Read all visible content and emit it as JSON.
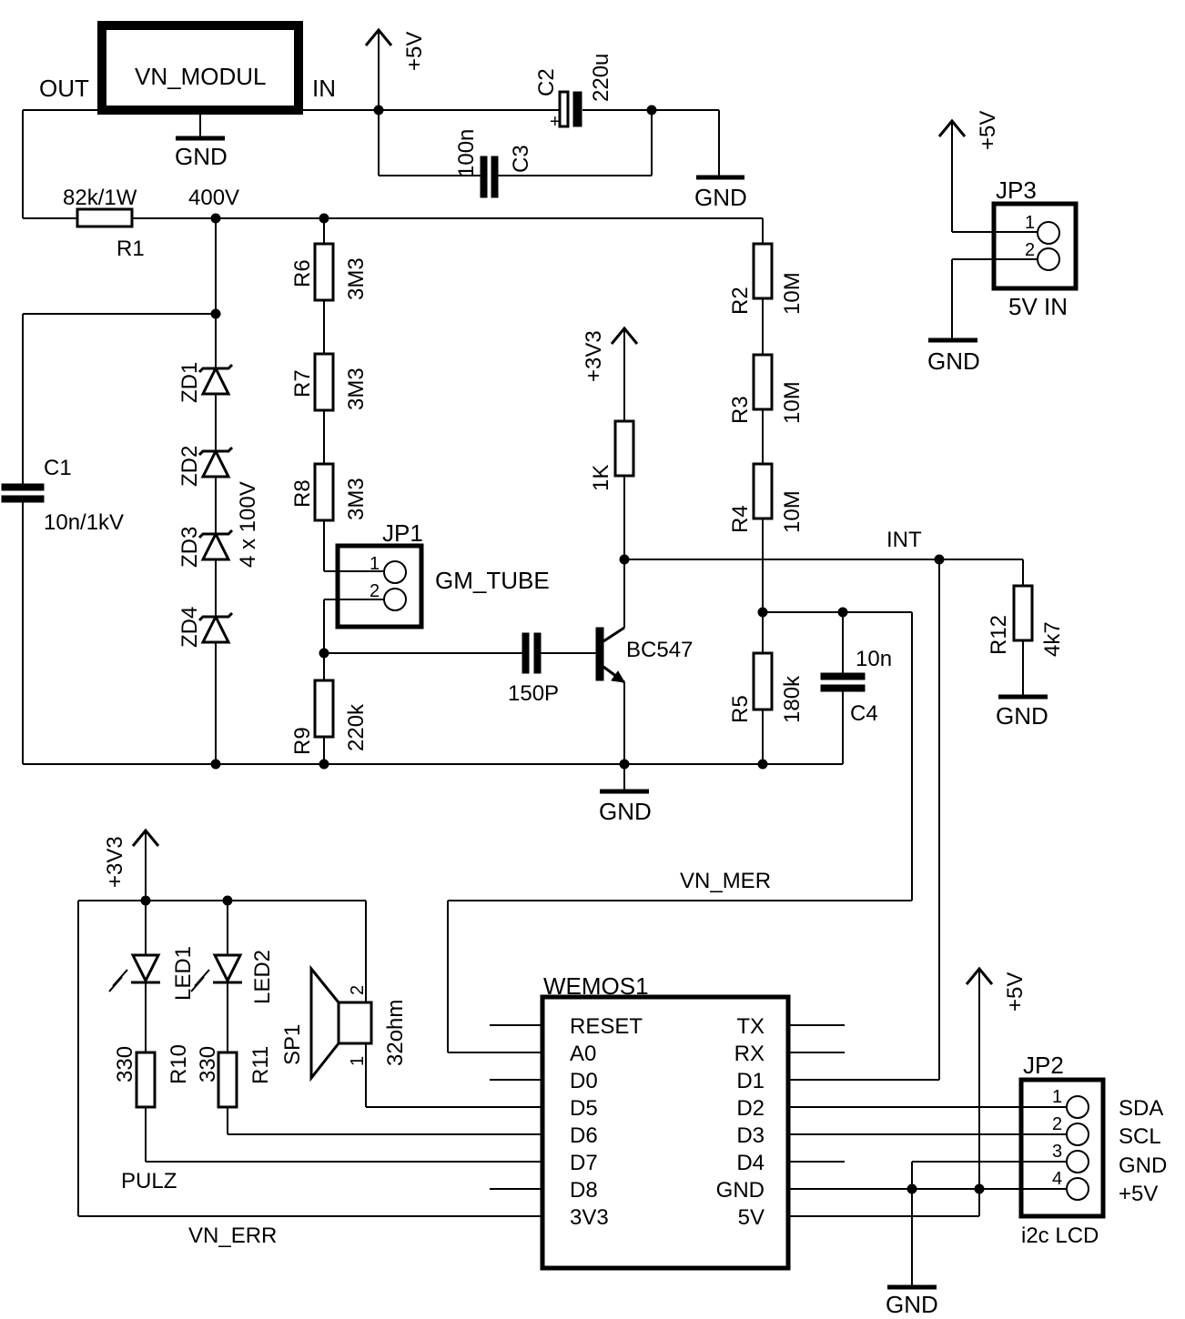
{
  "labels": {
    "vn_modul": "VN_MODUL",
    "out": "OUT",
    "in": "IN",
    "gnd": "GND",
    "p5v": "+5V",
    "p3v3": "+3V3",
    "c2": "C2",
    "c2_val": "220u",
    "c3": "C3",
    "c3_val": "100n",
    "r1_val": "82k/1W",
    "r1": "R1",
    "v400": "400V",
    "r6": "R6",
    "r7": "R7",
    "r8": "R8",
    "r68_val": "3M3",
    "r2": "R2",
    "r3": "R3",
    "r4": "R4",
    "r234_val": "10M",
    "jp3": "JP3",
    "in5v": "5V IN",
    "c1": "C1",
    "c1_val": "10n/1kV",
    "zd1": "ZD1",
    "zd2": "ZD2",
    "zd3": "ZD3",
    "zd4": "ZD4",
    "zd_val": "4 x 100V",
    "jp1": "JP1",
    "gm_tube": "GM_TUBE",
    "r1k": "1K",
    "int": "INT",
    "r12": "R12",
    "r12_val": "4k7",
    "bc547": "BC547",
    "c150p": "150P",
    "r9": "R9",
    "r9_val": "220k",
    "r5": "R5",
    "r5_val": "180k",
    "c4": "C4",
    "c4_val": "10n",
    "vn_mer": "VN_MER",
    "led1": "LED1",
    "led2": "LED2",
    "sp1": "SP1",
    "sp_val": "32ohm",
    "r330": "330",
    "r10": "R10",
    "r11": "R11",
    "wemos": "WEMOS1",
    "pulz": "PULZ",
    "vn_err": "VN_ERR",
    "jp2": "JP2",
    "i2c_lcd": "i2c LCD",
    "sda": "SDA",
    "scl": "SCL",
    "p1": "1",
    "p2": "2",
    "p3": "3",
    "p4": "4"
  },
  "wemos_left_pins": [
    "RESET",
    "A0",
    "D0",
    "D5",
    "D6",
    "D7",
    "D8",
    "3V3"
  ],
  "wemos_right_pins": [
    "TX",
    "RX",
    "D1",
    "D2",
    "D3",
    "D4",
    "GND",
    "5V"
  ]
}
